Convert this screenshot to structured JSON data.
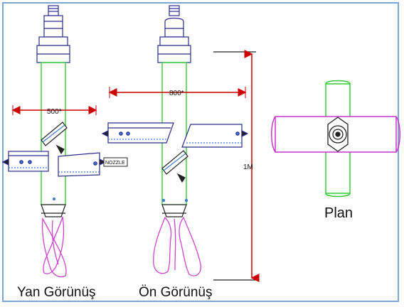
{
  "views": {
    "side_label": "Yan Görünüş",
    "front_label": "Ön Görünüş",
    "plan_label": "Plan"
  },
  "dimensions": {
    "side_width": "500*",
    "front_width": "800*",
    "height": "1M"
  },
  "callouts": {
    "nozzle": "NOZZLE"
  },
  "colors": {
    "frame": "#7aa7d6",
    "dimension": "#cc0000",
    "body_outline": "#33cc33",
    "pipe": "#2a2a8a",
    "pipe_inner": "#3b7bd1",
    "mixer_blade": "#cc44cc",
    "plan_arm": "#cc33cc",
    "plan_cross": "#33cc33",
    "hardware": "#222222"
  }
}
